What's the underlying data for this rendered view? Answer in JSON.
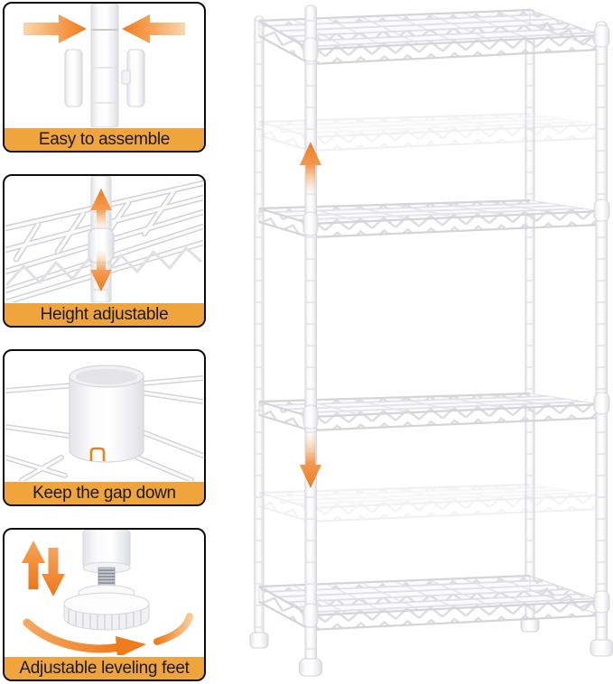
{
  "feature_panels": [
    {
      "label": "Easy to assemble",
      "illustration": "pole-sections-snap-together",
      "arrow_icons": [
        "arrow-right-icon",
        "arrow-left-icon"
      ]
    },
    {
      "label": "Height adjustable",
      "illustration": "wire-shelf-sliding-on-pole",
      "arrow_icons": [
        "arrow-up-icon",
        "arrow-down-icon"
      ]
    },
    {
      "label": "Keep the gap down",
      "illustration": "shelf-sleeve-with-notch",
      "arrow_icons": []
    },
    {
      "label": "Adjustable leveling feet",
      "illustration": "threaded-leveling-foot",
      "arrow_icons": [
        "swap-vertical-arrows-icon",
        "rotate-arrow-icon"
      ]
    }
  ],
  "main_illustration": {
    "subject": "six-tier-wire-shelving-unit",
    "tier_count": 6,
    "solid_tier_positions": [
      1,
      3,
      4,
      6
    ],
    "faded_adjustable_tier_positions": [
      2,
      5
    ],
    "annotation_arrow_icons": [
      "arrow-up-icon",
      "arrow-down-icon"
    ]
  },
  "colors": {
    "background": "#FFFFFF",
    "banner_background": "#F0A53C",
    "banner_text": "#1A1A1A",
    "panel_border": "#0D0D0D",
    "accent_orange": "#EE7C1F",
    "accent_orange_light": "#FAD2A2",
    "wire_light_gray": "#DCDCE1"
  }
}
